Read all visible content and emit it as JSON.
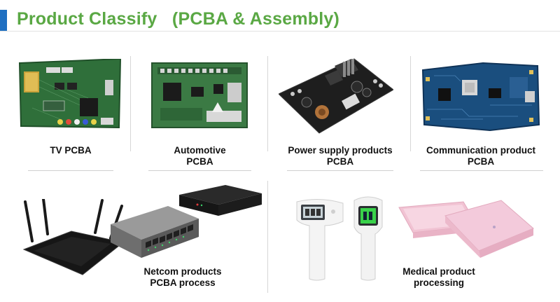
{
  "header": {
    "title": "Product Classify   (PCBA & Assembly)",
    "accent_color": "#5aa844",
    "bar_color": "#1f6fc1"
  },
  "products_top": [
    {
      "line1": "TV PCBA",
      "line2": "",
      "image": "tv-mainboard-pcb"
    },
    {
      "line1": "Automotive",
      "line2": "PCBA",
      "image": "automotive-pcb"
    },
    {
      "line1": "Power supply products",
      "line2": "PCBA",
      "image": "power-supply-board"
    },
    {
      "line1": "Communication product",
      "line2": "PCBA",
      "image": "communication-pcb"
    }
  ],
  "products_bottom": [
    {
      "line1": "Netcom products",
      "line2": "PCBA process",
      "image": "router-switch-settop-box"
    },
    {
      "line1": "Medical product",
      "line2": "processing",
      "image": "thermometers-pink-case"
    }
  ]
}
